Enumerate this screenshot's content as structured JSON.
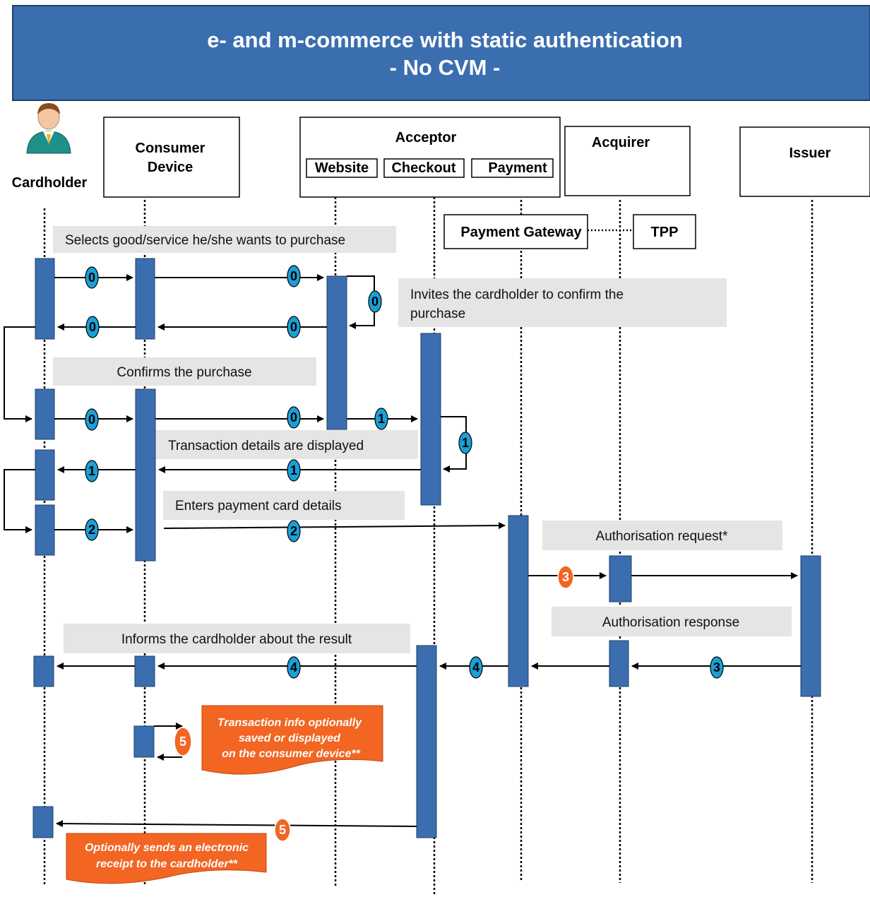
{
  "title": {
    "line1": "e- and m-commerce with static authentication",
    "line2": "- No CVM  -"
  },
  "actors": {
    "cardholder": "Cardholder",
    "consumer_device_line1": "Consumer",
    "consumer_device_line2": "Device",
    "acceptor": "Acceptor",
    "acceptor_website": "Website",
    "acceptor_checkout": "Checkout",
    "acceptor_payment": "Payment",
    "acquirer": "Acquirer",
    "issuer": "Issuer",
    "payment_gateway": "Payment Gateway",
    "tpp": "TPP"
  },
  "notes": {
    "selects": "Selects good/service he/she wants to purchase",
    "invites_line1": "Invites the cardholder to confirm the",
    "invites_line2": "purchase",
    "confirms": "Confirms the purchase",
    "transaction_details": "Transaction details are displayed",
    "enters_card": "Enters payment card details",
    "auth_request": "Authorisation request*",
    "auth_response": "Authorisation response",
    "informs": "Informs the cardholder about the result"
  },
  "callouts": {
    "transaction_info_line1": "Transaction info optionally",
    "transaction_info_line2": "saved or displayed",
    "transaction_info_line3": "on the consumer device**",
    "receipt_line1": "Optionally  sends  an electronic",
    "receipt_line2": "receipt to the cardholder**"
  },
  "steps": {
    "s0": "0",
    "s1": "1",
    "s2": "2",
    "s3": "3",
    "s4": "4",
    "s5": "5"
  },
  "colors": {
    "title_bg": "#3A6EAF",
    "activation": "#3A6EAF",
    "badge_blue": "#1B9FD6",
    "badge_orange": "#F26522",
    "note_bg": "#E5E5E5",
    "callout_bg": "#F26522"
  },
  "icons": {
    "cardholder": "person-icon"
  }
}
